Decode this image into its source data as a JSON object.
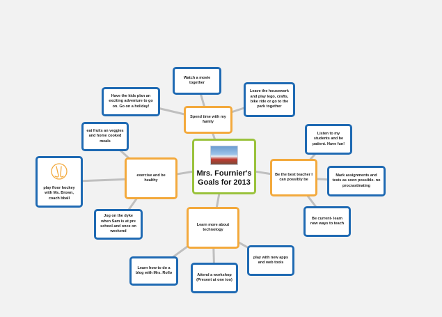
{
  "colors": {
    "background": "#f2f2f2",
    "connector": "#bfbfbf",
    "center_border": "#9ac23c",
    "branch_border": "#f3a93c",
    "leaf_border": "#1f6ab3"
  },
  "center": {
    "title": "Mrs. Fournier's Goals for 2013",
    "image": "photo"
  },
  "branches": {
    "family": {
      "label": "Spend time with my family",
      "leaves": {
        "movie": "Watch a movie together",
        "holiday": "Have the kids plan an exciting adventure to go on. Go on a holiday!",
        "housework": "Leave the housework and play lego, crafts, bike ride or go to the park together"
      }
    },
    "healthy": {
      "label": "exercise and be healthy",
      "leaves": {
        "fruits": "eat fruits an veggies and home cooked meals",
        "hockey": "play floor hockey with Ms. Brown, coach bball",
        "jog": "Jog on the dyke when Sam is at pre school and once on weekend"
      },
      "hockey_icon": "hockey-icon"
    },
    "teacher": {
      "label": "Be the best teacher I can possibly be",
      "leaves": {
        "listen": "Listen to my students and be patient. Have fun!",
        "marks": "Mark assignments and tests as soon possible- no procrastinating",
        "current": "Be current- learn new ways to teach"
      }
    },
    "technology": {
      "label": "Learn more about technology",
      "leaves": {
        "blog": "Learn how to do a blog with Mrs. Rollo",
        "workshop": "Attend a workshop (Present at one too)",
        "apps": "play with new apps and web tools"
      }
    }
  }
}
